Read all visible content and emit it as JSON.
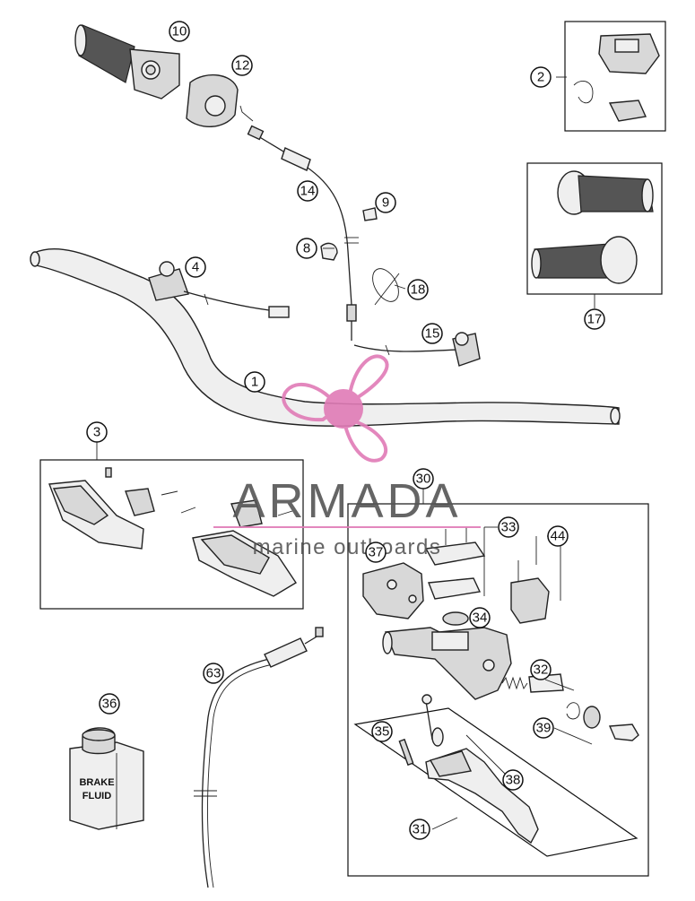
{
  "callouts": [
    {
      "n": "10",
      "id": "callout-10"
    },
    {
      "n": "12",
      "id": "callout-12"
    },
    {
      "n": "2",
      "id": "callout-2"
    },
    {
      "n": "14",
      "id": "callout-14"
    },
    {
      "n": "9",
      "id": "callout-9"
    },
    {
      "n": "8",
      "id": "callout-8"
    },
    {
      "n": "4",
      "id": "callout-4"
    },
    {
      "n": "18",
      "id": "callout-18"
    },
    {
      "n": "17",
      "id": "callout-17"
    },
    {
      "n": "15",
      "id": "callout-15"
    },
    {
      "n": "1",
      "id": "callout-1"
    },
    {
      "n": "3",
      "id": "callout-3"
    },
    {
      "n": "30",
      "id": "callout-30"
    },
    {
      "n": "33",
      "id": "callout-33"
    },
    {
      "n": "44",
      "id": "callout-44"
    },
    {
      "n": "37",
      "id": "callout-37"
    },
    {
      "n": "34",
      "id": "callout-34"
    },
    {
      "n": "63",
      "id": "callout-63"
    },
    {
      "n": "32",
      "id": "callout-32"
    },
    {
      "n": "36",
      "id": "callout-36"
    },
    {
      "n": "39",
      "id": "callout-39"
    },
    {
      "n": "35",
      "id": "callout-35"
    },
    {
      "n": "38",
      "id": "callout-38"
    },
    {
      "n": "31",
      "id": "callout-31"
    }
  ],
  "watermark": {
    "brand": "ARMADA",
    "tagline": "marine outboards",
    "accent_color": "#e07bb6"
  },
  "bottle_label": {
    "line1": "BRAKE",
    "line2": "FLUID"
  }
}
